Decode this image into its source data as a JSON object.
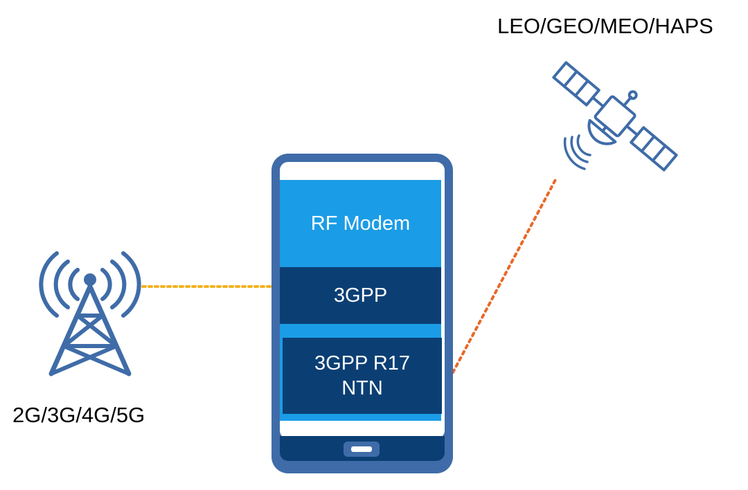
{
  "labels": {
    "satellite": "LEO/GEO/MEO/HAPS",
    "tower": "2G/3G/4G/5G"
  },
  "phone": {
    "rf_modem": "RF Modem",
    "gpp": "3GPP",
    "ntn_line1": "3GPP R17",
    "ntn_line2": "NTN"
  },
  "colors": {
    "icon_blue": "#3f6ca8",
    "screen_light_blue": "#1b9ce6",
    "screen_dark_blue": "#0b3f74",
    "terrestrial_link": "#f2b321",
    "satellite_link": "#e8692a"
  }
}
